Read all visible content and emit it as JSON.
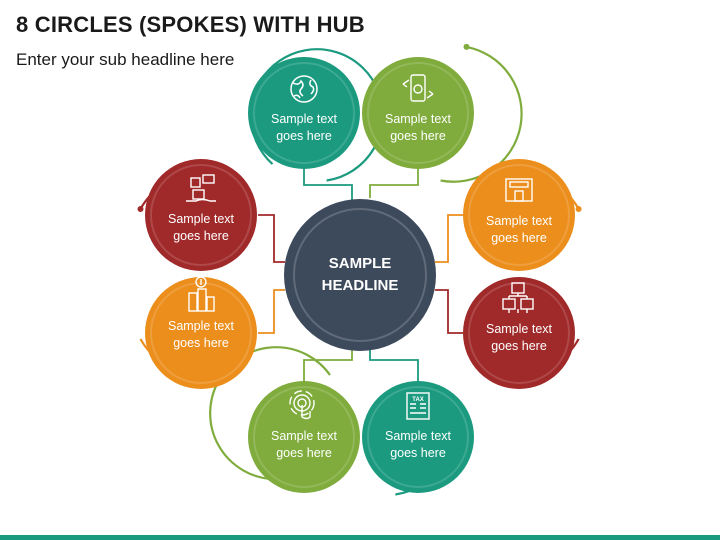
{
  "slide": {
    "title": "8 CIRCLES (SPOKES) WITH HUB",
    "subtitle": "Enter your sub headline here"
  },
  "hub": {
    "line1": "SAMPLE",
    "line2": "HEADLINE",
    "color": "#3d4a5c"
  },
  "colors": {
    "teal": "#1b9a7f",
    "green": "#7fac3c",
    "orange": "#ec8e1c",
    "red": "#a0292a",
    "footer": "#1b9a7f"
  },
  "spokes": [
    {
      "line1": "Sample text",
      "line2": "goes here",
      "color": "#1b9a7f",
      "icon": "globe-icon"
    },
    {
      "line1": "Sample text",
      "line2": "goes here",
      "color": "#7fac3c",
      "icon": "mobile-payment-icon"
    },
    {
      "line1": "Sample text",
      "line2": "goes here",
      "color": "#ec8e1c",
      "icon": "shop-icon"
    },
    {
      "line1": "Sample text",
      "line2": "goes here",
      "color": "#a0292a",
      "icon": "boxes-network-icon"
    },
    {
      "line1": "Sample text",
      "line2": "goes here",
      "color": "#1b9a7f",
      "icon": "tax-document-icon"
    },
    {
      "line1": "Sample text",
      "line2": "goes here",
      "color": "#7fac3c",
      "icon": "touch-target-icon"
    },
    {
      "line1": "Sample text",
      "line2": "goes here",
      "color": "#ec8e1c",
      "icon": "city-dollar-icon"
    },
    {
      "line1": "Sample text",
      "line2": "goes here",
      "color": "#a0292a",
      "icon": "hand-box-icon"
    }
  ]
}
